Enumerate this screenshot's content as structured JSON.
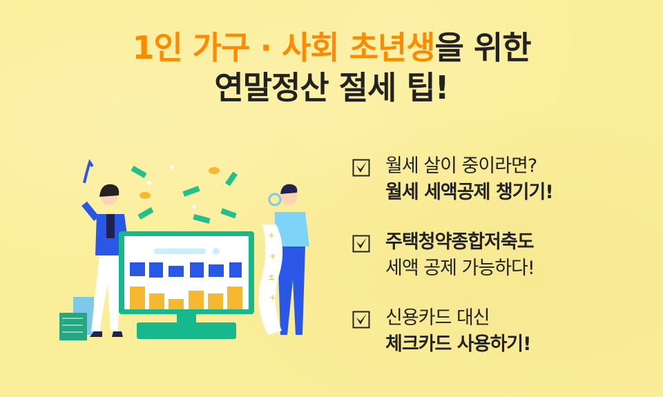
{
  "title": {
    "line1_highlight": "1인 가구 · 사회 초년생",
    "line1_rest": "을 위한",
    "line2": "연말정산 절세 팁!"
  },
  "tips": [
    {
      "line1": "월세 살이 중이라면?",
      "line2": "월세 세액공제 챙기기!",
      "bold_line": 2
    },
    {
      "line1": "주택청약종합저축도",
      "line2": "세액 공제 가능하다!",
      "bold_line": 1
    },
    {
      "line1": "신용카드 대신",
      "line2": "체크카드 사용하기!",
      "bold_line": 2
    }
  ],
  "icons": {
    "checkbox": "checked-box-icon",
    "illustration": "tax-refund-office-illustration"
  },
  "colors": {
    "background": "#fbee9a",
    "accent": "#ff8a00",
    "text": "#222222",
    "monitor": "#17b98c",
    "blue": "#2b57e6"
  }
}
